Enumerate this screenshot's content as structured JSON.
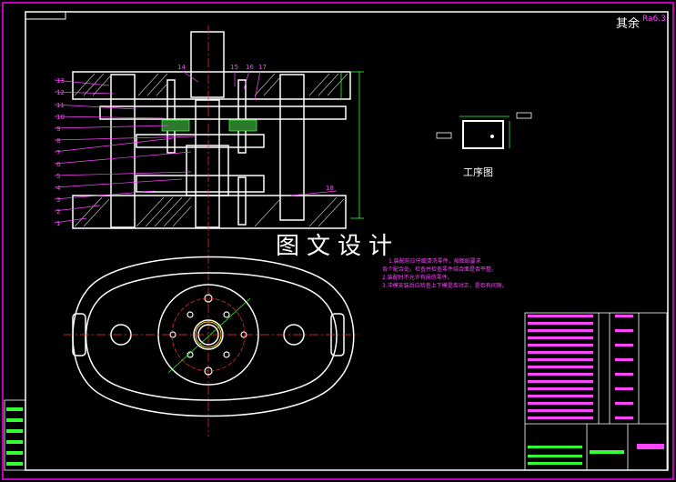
{
  "title_block": {
    "corner_text": "其余",
    "roughness": "Ra6.3"
  },
  "process_label": "工序图",
  "watermark": "图文设计",
  "notes": [
    "1.装配前应仔细清洗零件，按图纸要求",
    "各个配合处。检查并检查零件结合面是否平整。",
    "2.装配时不允许有损伤零件。",
    "3.冲模安装后应检查上下模是否对正，是否有间隙。"
  ],
  "balloons": [
    "1",
    "2",
    "3",
    "4",
    "5",
    "6",
    "7",
    "8",
    "9",
    "10",
    "11",
    "12",
    "13",
    "14",
    "15",
    "16",
    "17",
    "18"
  ],
  "colors": {
    "frame": "#ff00ff",
    "outline": "#ffffff",
    "centerline": "#ff3333",
    "dimension": "#33ff33",
    "hatch": "#ffffff"
  }
}
